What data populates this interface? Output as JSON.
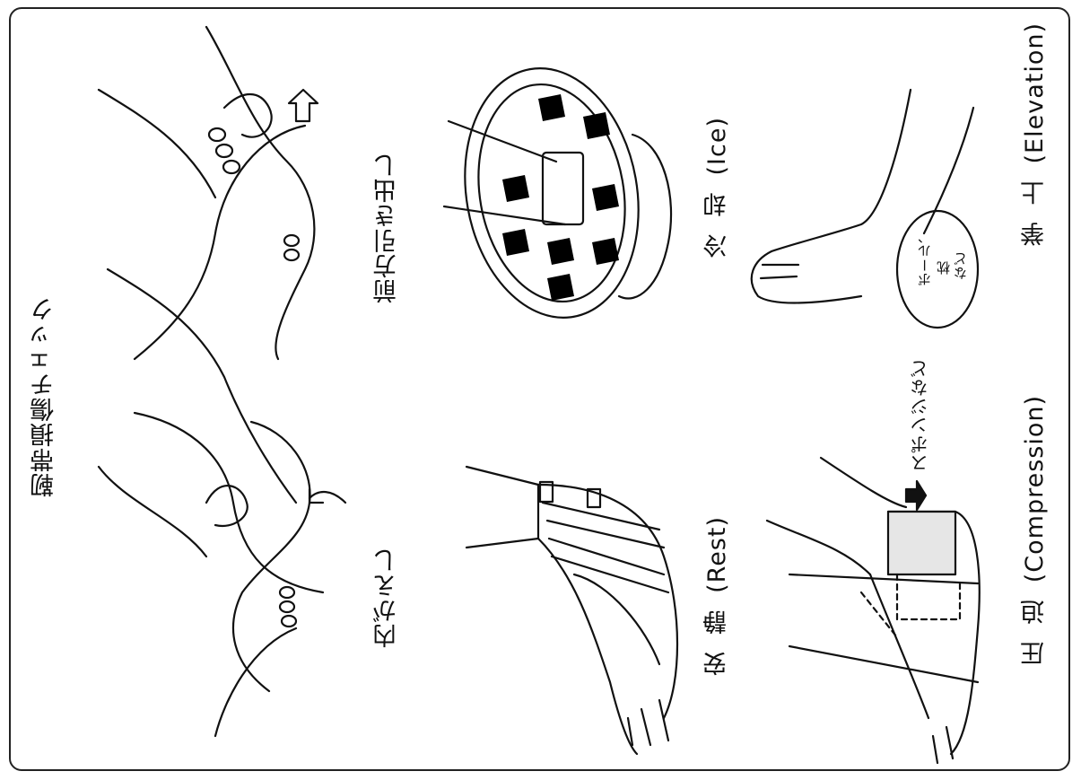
{
  "title": "靭帯損傷チェック",
  "checks": [
    {
      "id": "inversion",
      "label": "内がえし"
    },
    {
      "id": "anterior-drawer",
      "label": "前方引き出し"
    }
  ],
  "rice": [
    {
      "id": "rest",
      "jp_a": "安",
      "jp_b": "静",
      "en": "(Rest)"
    },
    {
      "id": "ice",
      "jp_a": "冷",
      "jp_b": "却",
      "en": "(Ice)"
    },
    {
      "id": "compression",
      "jp_a": "圧",
      "jp_b": "迫",
      "en": "(Compression)"
    },
    {
      "id": "elevation",
      "jp_a": "挙",
      "jp_b": "上",
      "en": "(Elevation)"
    }
  ],
  "notes": {
    "sponge": "スポンジなど",
    "ball_line1": "ボール、",
    "ball_line2": "枕",
    "ball_line3": "など"
  }
}
